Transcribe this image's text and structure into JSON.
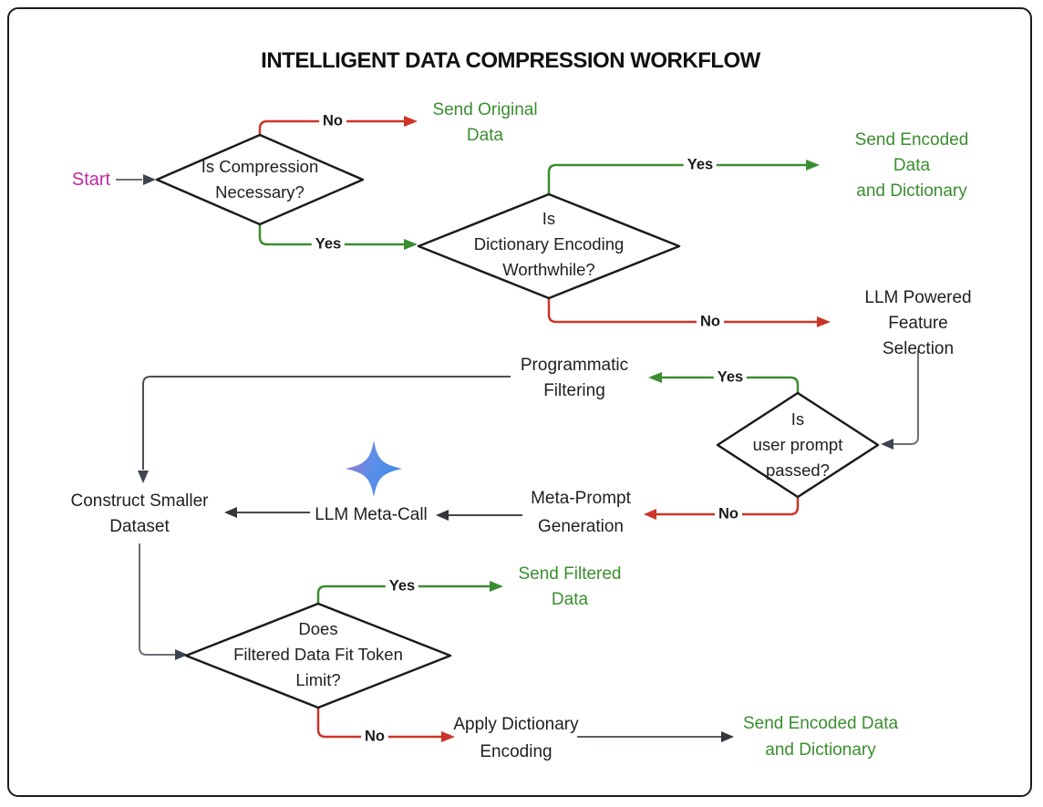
{
  "title": "INTELLIGENT DATA COMPRESSION WORKFLOW",
  "colors": {
    "arrow_green": "#3a8e2f",
    "arrow_red": "#cc3528",
    "start_magenta": "#bf2ba3",
    "ink_black": "#1b1b1b",
    "connector_gray": "#6a6e76",
    "sparkle_blue": "#4e9bea",
    "sparkle_purple": "#9b79ce"
  },
  "nodes": {
    "start": {
      "label": "Start"
    },
    "decision_compression": {
      "label": "Is Compression\nNecessary?"
    },
    "send_original": {
      "label": "Send Original\nData"
    },
    "decision_dictionary": {
      "label": "Is\nDictionary Encoding\nWorthwhile?"
    },
    "send_encoded_top": {
      "label": "Send Encoded Data\nand Dictionary"
    },
    "llm_feature_selection": {
      "label": "LLM Powered\nFeature Selection"
    },
    "decision_user_prompt": {
      "label": "Is\nuser prompt\npassed?"
    },
    "programmatic_filtering": {
      "label": "Programmatic\nFiltering"
    },
    "meta_prompt_generation": {
      "label": "Meta-Prompt\nGeneration"
    },
    "llm_meta_call": {
      "label": "LLM Meta-Call"
    },
    "construct_smaller_dataset": {
      "label": "Construct Smaller\nDataset"
    },
    "decision_token_limit": {
      "label": "Does\nFiltered Data Fit Token\nLimit?"
    },
    "send_filtered": {
      "label": "Send Filtered\nData"
    },
    "apply_dictionary": {
      "label": "Apply Dictionary\nEncoding"
    },
    "send_encoded_bottom": {
      "label": "Send Encoded Data\nand Dictionary"
    }
  },
  "edges": {
    "d1_no": "No",
    "d1_yes": "Yes",
    "d2_yes": "Yes",
    "d2_no": "No",
    "d3_yes": "Yes",
    "d3_no": "No",
    "d4_yes": "Yes",
    "d4_no": "No"
  },
  "icons": {
    "sparkle": "gemini-sparkle-icon"
  }
}
